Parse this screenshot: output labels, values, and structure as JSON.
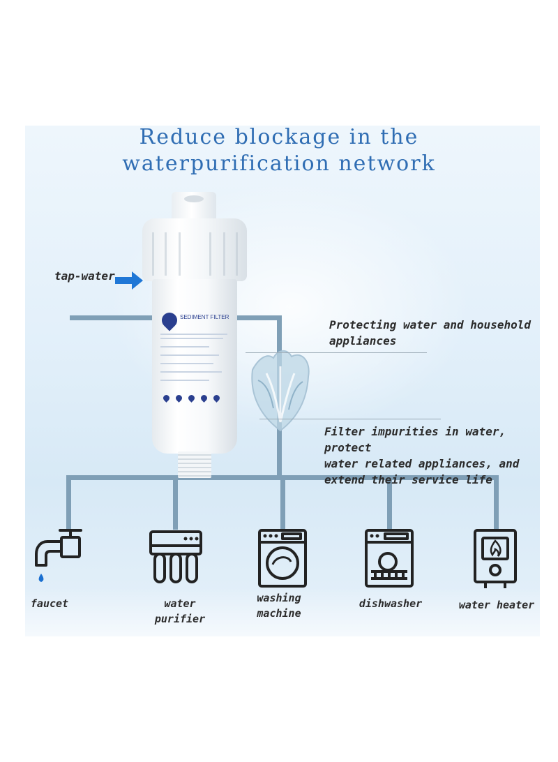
{
  "title": {
    "line1": "Reduce blockage in the",
    "line2": "waterpurification network"
  },
  "input_label": "tap-water",
  "filter": {
    "product_label": "SEDIMENT FILTER"
  },
  "features": [
    {
      "lines": [
        "Protecting water and household",
        "appliances"
      ]
    },
    {
      "lines": [
        "Filter impurities in water, protect",
        "water related appliances, and",
        "extend their service life"
      ]
    }
  ],
  "appliances": [
    {
      "label_lines": [
        "faucet"
      ],
      "icon": "faucet-icon"
    },
    {
      "label_lines": [
        "water purifier"
      ],
      "icon": "water-purifier-icon"
    },
    {
      "label_lines": [
        "washing",
        "machine"
      ],
      "icon": "washing-machine-icon"
    },
    {
      "label_lines": [
        "dishwasher"
      ],
      "icon": "dishwasher-icon"
    },
    {
      "label_lines": [
        "water heater"
      ],
      "icon": "water-heater-icon"
    }
  ],
  "colors": {
    "title": "#2f6db3",
    "pipe": "#7f9fb6",
    "arrow": "#1f77d6",
    "text": "#2b2b2b",
    "brand": "#2a3f8f"
  }
}
